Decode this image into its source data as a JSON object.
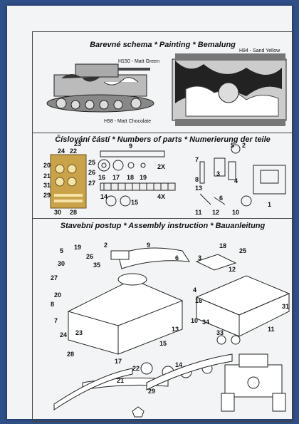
{
  "painting": {
    "title": "Barevné schema * Painting * Bemalung",
    "labels": {
      "green": "H150 - Matt Green",
      "sand": "H94 - Sand Yellow",
      "chocolate": "H98 - Matt Chocolate"
    }
  },
  "parts": {
    "title": "Číslování částí * Numbers of parts * Numerierung der teile",
    "fret_numbers": [
      "23",
      "24",
      "22",
      "20",
      "21",
      "26",
      "25",
      "31",
      "30",
      "28",
      "27",
      "29"
    ],
    "part_numbers": [
      "16",
      "17",
      "18",
      "19",
      "9",
      "2X",
      "14",
      "15",
      "4X",
      "7",
      "8",
      "13",
      "11",
      "12",
      "3",
      "4",
      "5",
      "6",
      "10",
      "1",
      "2"
    ]
  },
  "assembly": {
    "title": "Stavební postup * Assembly instruction * Bauanleitung",
    "callouts": [
      "5",
      "19",
      "2",
      "9",
      "30",
      "26",
      "35",
      "6",
      "27",
      "3",
      "18",
      "25",
      "12",
      "20",
      "8",
      "7",
      "24",
      "23",
      "28",
      "17",
      "22",
      "21",
      "29",
      "13",
      "15",
      "14",
      "4",
      "16",
      "10",
      "34",
      "33",
      "31",
      "11"
    ]
  }
}
